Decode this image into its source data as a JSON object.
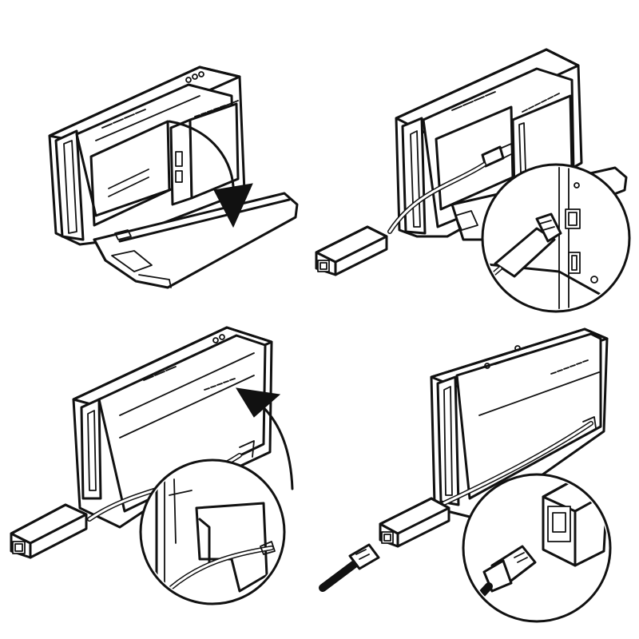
{
  "figure": {
    "description_panels": [
      {
        "id": "step-1",
        "arrow": "down"
      },
      {
        "id": "step-2",
        "zoom": "usb-port"
      },
      {
        "id": "step-3",
        "arrow": "up",
        "zoom": "cable-routing"
      },
      {
        "id": "step-4",
        "zoom": "ethernet-port"
      }
    ],
    "colors": {
      "ink": "#111111",
      "paper": "#ffffff"
    }
  }
}
